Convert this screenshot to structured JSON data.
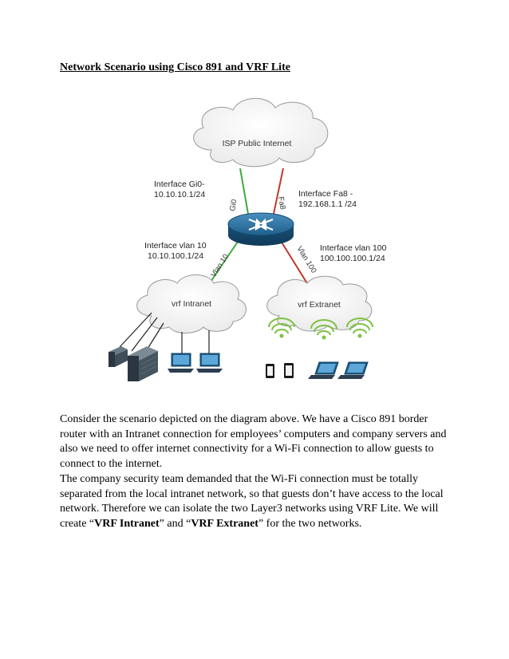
{
  "document": {
    "title": "Network Scenario using Cisco 891 and VRF Lite",
    "paragraph1": "Consider the scenario depicted on the diagram above. We have a Cisco 891 border router with an Intranet connection for employees’ computers and company servers and also we need to offer internet connectivity for a Wi-Fi connection to allow guests to connect to the internet.",
    "paragraph2": {
      "text_a": "The company security team demanded that the Wi-Fi connection must be totally separated from the local intranet network, so that guests don’t have access to the local network. Therefore we can isolate the two Layer3 networks using VRF Lite. We will create “",
      "bold_1": "VRF Intranet",
      "text_b": "” and “",
      "bold_2": "VRF Extranet",
      "text_c": "” for the two networks."
    }
  },
  "diagram": {
    "isp_cloud": "ISP Public Internet",
    "intranet_cloud": "vrf Intranet",
    "extranet_cloud": "vrf Extranet",
    "gi0_label_line1": "Interface Gi0-",
    "gi0_label_line2": "10.10.10.1/24",
    "fa8_label_line1": "Interface Fa8 -",
    "fa8_label_line2": "192.168.1.1 /24",
    "vlan10_label_line1": "Interface vlan 10",
    "vlan10_label_line2": "10.10.100.1/24",
    "vlan100_label_line1": "Interface vlan 100",
    "vlan100_label_line2": "100.100.100.1/24",
    "link_gi0": "Gi0",
    "link_fa8": "Fa8",
    "link_vlan10": "Vlan 10",
    "link_vlan100": "Vlan 100",
    "colors": {
      "green_link": "#3caa3c",
      "red_link": "#c0392b",
      "router_blue": "#1f5f8b",
      "wifi_green": "#7dc242"
    }
  }
}
